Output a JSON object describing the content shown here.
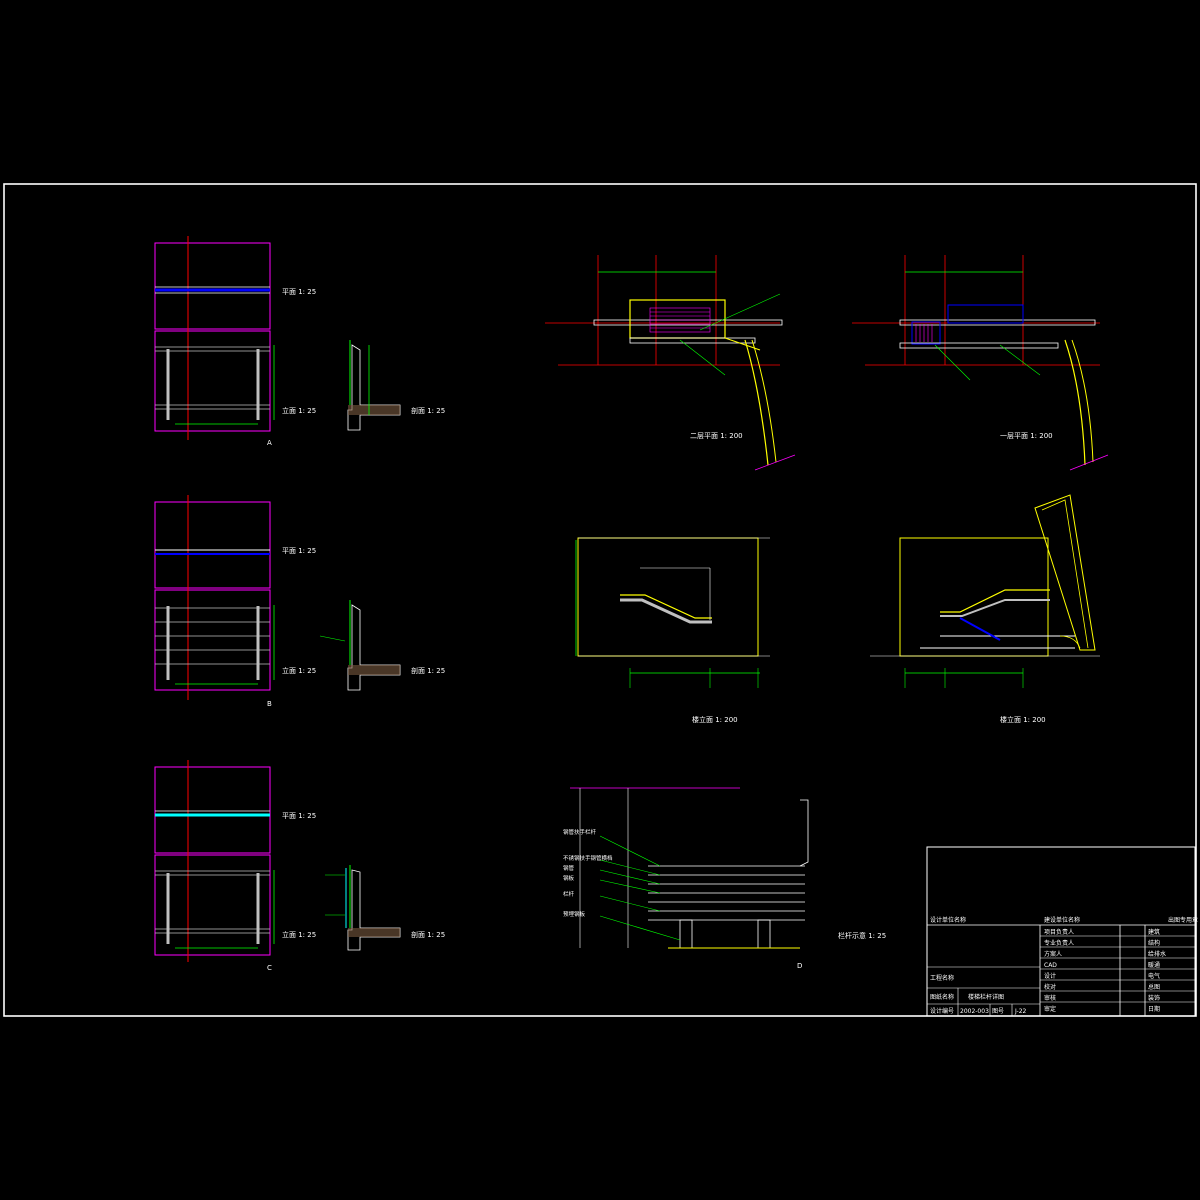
{
  "colors": {
    "background": "#000000",
    "frame": "#ffffff",
    "magenta": "#ff00ff",
    "red": "#ff0000",
    "green": "#00ff00",
    "yellow": "#ffff00",
    "blue": "#0000ff",
    "cyan": "#00ffff",
    "grey": "#c0c0c0"
  },
  "details": {
    "a": {
      "plan_label": "平面 1: 25",
      "elev_label": "立面 1: 25",
      "sect_label": "剖面 1: 25",
      "tag": "A"
    },
    "b": {
      "plan_label": "平面 1: 25",
      "elev_label": "立面 1: 25",
      "sect_label": "剖面 1: 25",
      "tag": "B"
    },
    "c": {
      "plan_label": "平面 1: 25",
      "elev_label": "立面 1: 25",
      "sect_label": "剖面 1: 25",
      "tag": "C"
    },
    "d": {
      "label": "栏杆示意 1: 25",
      "tag": "D"
    }
  },
  "plans": {
    "second_floor": "二层平面 1: 200",
    "first_floor": "一层平面 1: 200"
  },
  "elevations": {
    "left": "楼立面 1: 200",
    "right": "楼立面 1: 200"
  },
  "railing_notes": [
    "钢管扶手栏杆",
    "不锈钢扶手钢管横档",
    "钢管",
    "钢板",
    "栏杆",
    "预埋钢板"
  ],
  "title_block": {
    "company_top_left": "设计单位名称",
    "company_top_mid": "建设单位名称",
    "stamp": "出图专用章",
    "project_label": "工程名称",
    "drawing_label": "图纸名称",
    "drawing_name": "楼梯栏杆详图",
    "number_label": "设计编号",
    "number_value": "2002-003",
    "sheet_label": "图号",
    "sheet_value": "J-22",
    "cad_label": "CAD",
    "roles": [
      "项目负责人",
      "专业负责人",
      "方案人",
      "CAD",
      "设计",
      "校对",
      "审核",
      "审定"
    ],
    "disciplines": [
      "建筑",
      "结构",
      "给排水",
      "暖通",
      "电气",
      "总图",
      "装饰",
      "日期"
    ]
  }
}
